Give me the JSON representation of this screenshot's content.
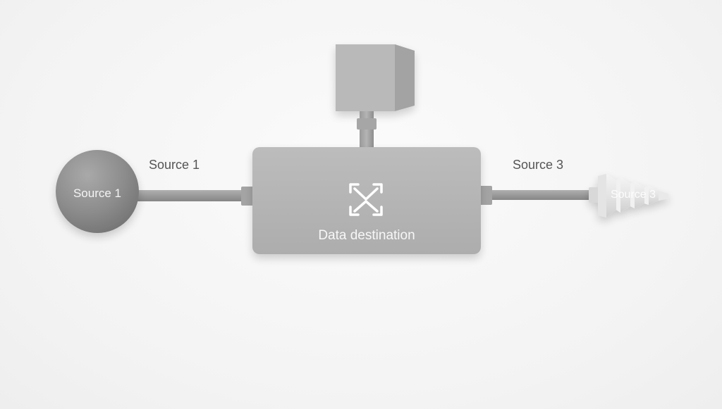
{
  "diagram": {
    "destination": {
      "label": "Data destination",
      "icon": "merge-arrows-icon"
    },
    "sources": [
      {
        "id": "source-1",
        "external_label": "Source 1",
        "node_label": "Source 1",
        "shape": "sphere"
      },
      {
        "id": "source-3",
        "external_label": "Source 3",
        "node_label": "Source 3",
        "shape": "ribbed-cone"
      }
    ],
    "top_block": {
      "shape": "cube"
    },
    "colors": {
      "background": "#f3f3f3",
      "sphere": "#8f8f8f",
      "box": "#b5b5b5",
      "pipe": "#9a9a9a",
      "cone": "#e6e6e6",
      "text_dark": "#555555",
      "text_light": "#f7f7f7"
    }
  }
}
